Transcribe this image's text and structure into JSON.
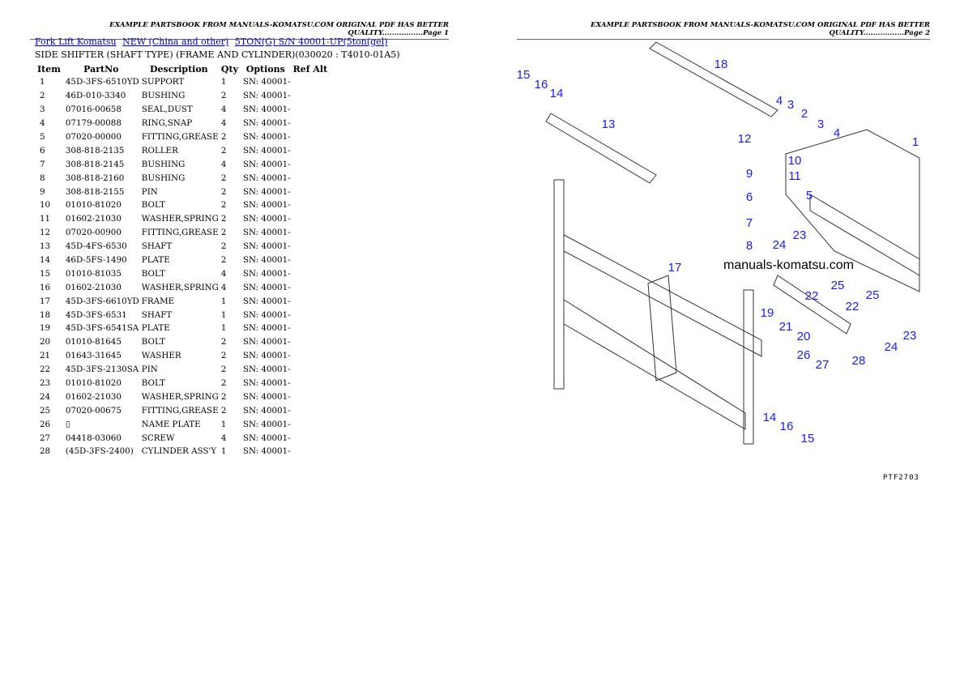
{
  "header_left": "EXAMPLE PARTSBOOK FROM MANUALS-KOMATSU.COM ORIGINAL PDF HAS BETTER QUALITY.................Page 1",
  "header_right": "EXAMPLE PARTSBOOK FROM MANUALS-KOMATSU.COM ORIGINAL PDF HAS BETTER QUALITY.................Page 2",
  "breadcrumb": [
    "Fork Lift Komatsu",
    "NEW (China and other)",
    "5TON(G) S/N 40001-UP(5ton(gel)"
  ],
  "subtitle": "SIDE SHIFTER (SHAFT TYPE) (FRAME AND CYLINDER)(030020 : T4010-01A5)",
  "columns": [
    "Item",
    "PartNo",
    "Description",
    "Qty",
    "Options",
    "Ref Alt"
  ],
  "rows": [
    [
      "1",
      "45D-3FS-6510YD",
      "SUPPORT",
      "1",
      "SN: 40001-"
    ],
    [
      "2",
      "46D-010-3340",
      "BUSHING",
      "2",
      "SN: 40001-"
    ],
    [
      "3",
      "07016-00658",
      "SEAL,DUST",
      "4",
      "SN: 40001-"
    ],
    [
      "4",
      "07179-00088",
      "RING,SNAP",
      "4",
      "SN: 40001-"
    ],
    [
      "5",
      "07020-00000",
      "FITTING,GREASE",
      "2",
      "SN: 40001-"
    ],
    [
      "6",
      "308-818-2135",
      "ROLLER",
      "2",
      "SN: 40001-"
    ],
    [
      "7",
      "308-818-2145",
      "BUSHING",
      "4",
      "SN: 40001-"
    ],
    [
      "8",
      "308-818-2160",
      "BUSHING",
      "2",
      "SN: 40001-"
    ],
    [
      "9",
      "308-818-2155",
      "PIN",
      "2",
      "SN: 40001-"
    ],
    [
      "10",
      "01010-81020",
      "BOLT",
      "2",
      "SN: 40001-"
    ],
    [
      "11",
      "01602-21030",
      "WASHER,SPRING",
      "2",
      "SN: 40001-"
    ],
    [
      "12",
      "07020-00900",
      "FITTING,GREASE",
      "2",
      "SN: 40001-"
    ],
    [
      "13",
      "45D-4FS-6530",
      "SHAFT",
      "2",
      "SN: 40001-"
    ],
    [
      "14",
      "46D-5FS-1490",
      "PLATE",
      "2",
      "SN: 40001-"
    ],
    [
      "15",
      "01010-81035",
      "BOLT",
      "4",
      "SN: 40001-"
    ],
    [
      "16",
      "01602-21030",
      "WASHER,SPRING",
      "4",
      "SN: 40001-"
    ],
    [
      "17",
      "45D-3FS-6610YD",
      "FRAME",
      "1",
      "SN: 40001-"
    ],
    [
      "18",
      "45D-3FS-6531",
      "SHAFT",
      "1",
      "SN: 40001-"
    ],
    [
      "19",
      "45D-3FS-6541SA",
      "PLATE",
      "1",
      "SN: 40001-"
    ],
    [
      "20",
      "01010-81645",
      "BOLT",
      "2",
      "SN: 40001-"
    ],
    [
      "21",
      "01643-31645",
      "WASHER",
      "2",
      "SN: 40001-"
    ],
    [
      "22",
      "45D-3FS-2130SA",
      "PIN",
      "2",
      "SN: 40001-"
    ],
    [
      "23",
      "01010-81020",
      "BOLT",
      "2",
      "SN: 40001-"
    ],
    [
      "24",
      "01602-21030",
      "WASHER,SPRING",
      "2",
      "SN: 40001-"
    ],
    [
      "25",
      "07020-00675",
      "FITTING,GREASE",
      "2",
      "SN: 40001-"
    ],
    [
      "26",
      "▯",
      "NAME PLATE",
      "1",
      "SN: 40001-"
    ],
    [
      "27",
      "04418-03060",
      "SCREW",
      "4",
      "SN: 40001-"
    ],
    [
      "28",
      "(45D-3FS-2400)",
      "CYLINDER ASS'Y",
      "1",
      "SN: 40001-"
    ]
  ],
  "diagram": {
    "callouts": [
      "15",
      "16",
      "14",
      "18",
      "13",
      "4",
      "3",
      "2",
      "3",
      "4",
      "1",
      "12",
      "10",
      "9",
      "11",
      "6",
      "5",
      "7",
      "8",
      "24",
      "23",
      "17",
      "22",
      "25",
      "19",
      "21",
      "20",
      "26",
      "27",
      "22",
      "25",
      "24",
      "23",
      "28",
      "14",
      "16",
      "15"
    ],
    "watermark": "manuals-komatsu.com",
    "code": "PTF2703",
    "callout_color": "#1a1aff"
  }
}
